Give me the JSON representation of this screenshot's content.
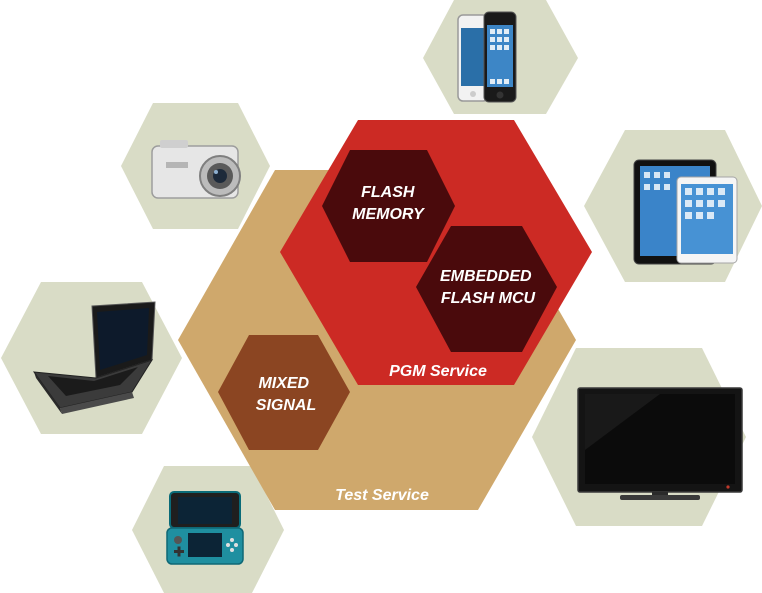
{
  "colors": {
    "device_hex_bg": "#d9dcc6",
    "test_service": "#cfa86c",
    "pgm_service": "#cc2a24",
    "flash_hex": "#4a0a0c",
    "mixed_hex": "#8b4522",
    "label": "#ffffff"
  },
  "services": {
    "test": "Test Service",
    "pgm": "PGM Service"
  },
  "modules": {
    "flash_memory": [
      "FLASH",
      "MEMORY"
    ],
    "embedded_flash_mcu": [
      "EMBEDDED",
      "FLASH MCU"
    ],
    "mixed_signal": [
      "MIXED",
      "SIGNAL"
    ]
  },
  "devices": [
    {
      "name": "smartphone",
      "icon": "smartphone-icon"
    },
    {
      "name": "digital-camera",
      "icon": "camera-icon"
    },
    {
      "name": "tablet",
      "icon": "tablet-icon"
    },
    {
      "name": "laptop",
      "icon": "laptop-icon"
    },
    {
      "name": "television",
      "icon": "tv-icon"
    },
    {
      "name": "handheld-game-console",
      "icon": "game-console-icon"
    }
  ]
}
